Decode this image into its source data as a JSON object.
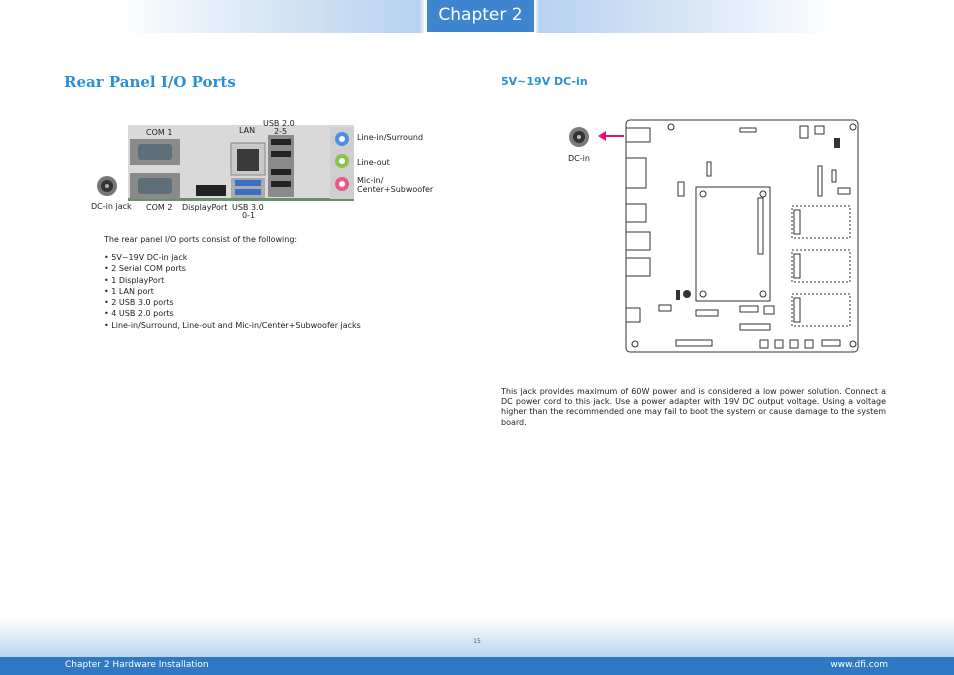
{
  "header": {
    "chapter_tab": "Chapter 2"
  },
  "section": {
    "title": "Rear Panel I/O Ports",
    "rear_labels": {
      "com1": "COM 1",
      "lan": "LAN",
      "usb20_line1": "USB 2.0",
      "usb20_line2": "2-5",
      "line_in": "Line-in/Surround",
      "line_out": "Line-out",
      "mic_line1": "Mic-in/",
      "mic_line2": "Center+Subwoofer",
      "dc_in_jack": "DC-in jack",
      "com2": "COM 2",
      "displayport": "DisplayPort",
      "usb30_line1": "USB 3.0",
      "usb30_line2": "0-1"
    },
    "intro": "The rear panel I/O ports consist of the following:",
    "bullets": [
      "5V~19V DC-in jack",
      "2 Serial COM ports",
      "1 DisplayPort",
      "1 LAN port",
      "2 USB 3.0 ports",
      "4 USB 2.0 ports",
      "Line-in/Surround, Line-out and Mic-in/Center+Subwoofer jacks"
    ]
  },
  "dcin": {
    "title": "5V~19V DC-in",
    "diagram_label": "DC-in",
    "description": "This jack provides maximum of 60W power and is considered a low power solution. Connect a DC power cord to this jack. Use a power adapter with 19V DC output voltage. Using a voltage higher than the recommended one may fail to boot the system or cause damage to the system board."
  },
  "footer": {
    "page_number": "15",
    "left": "Chapter 2 Hardware Installation",
    "right": "www.dfi.com"
  },
  "colors": {
    "accent": "#2b8fd8",
    "chapter_tab": "#3d86cf",
    "footer": "#2f79c4",
    "arrow": "#e0117d"
  }
}
